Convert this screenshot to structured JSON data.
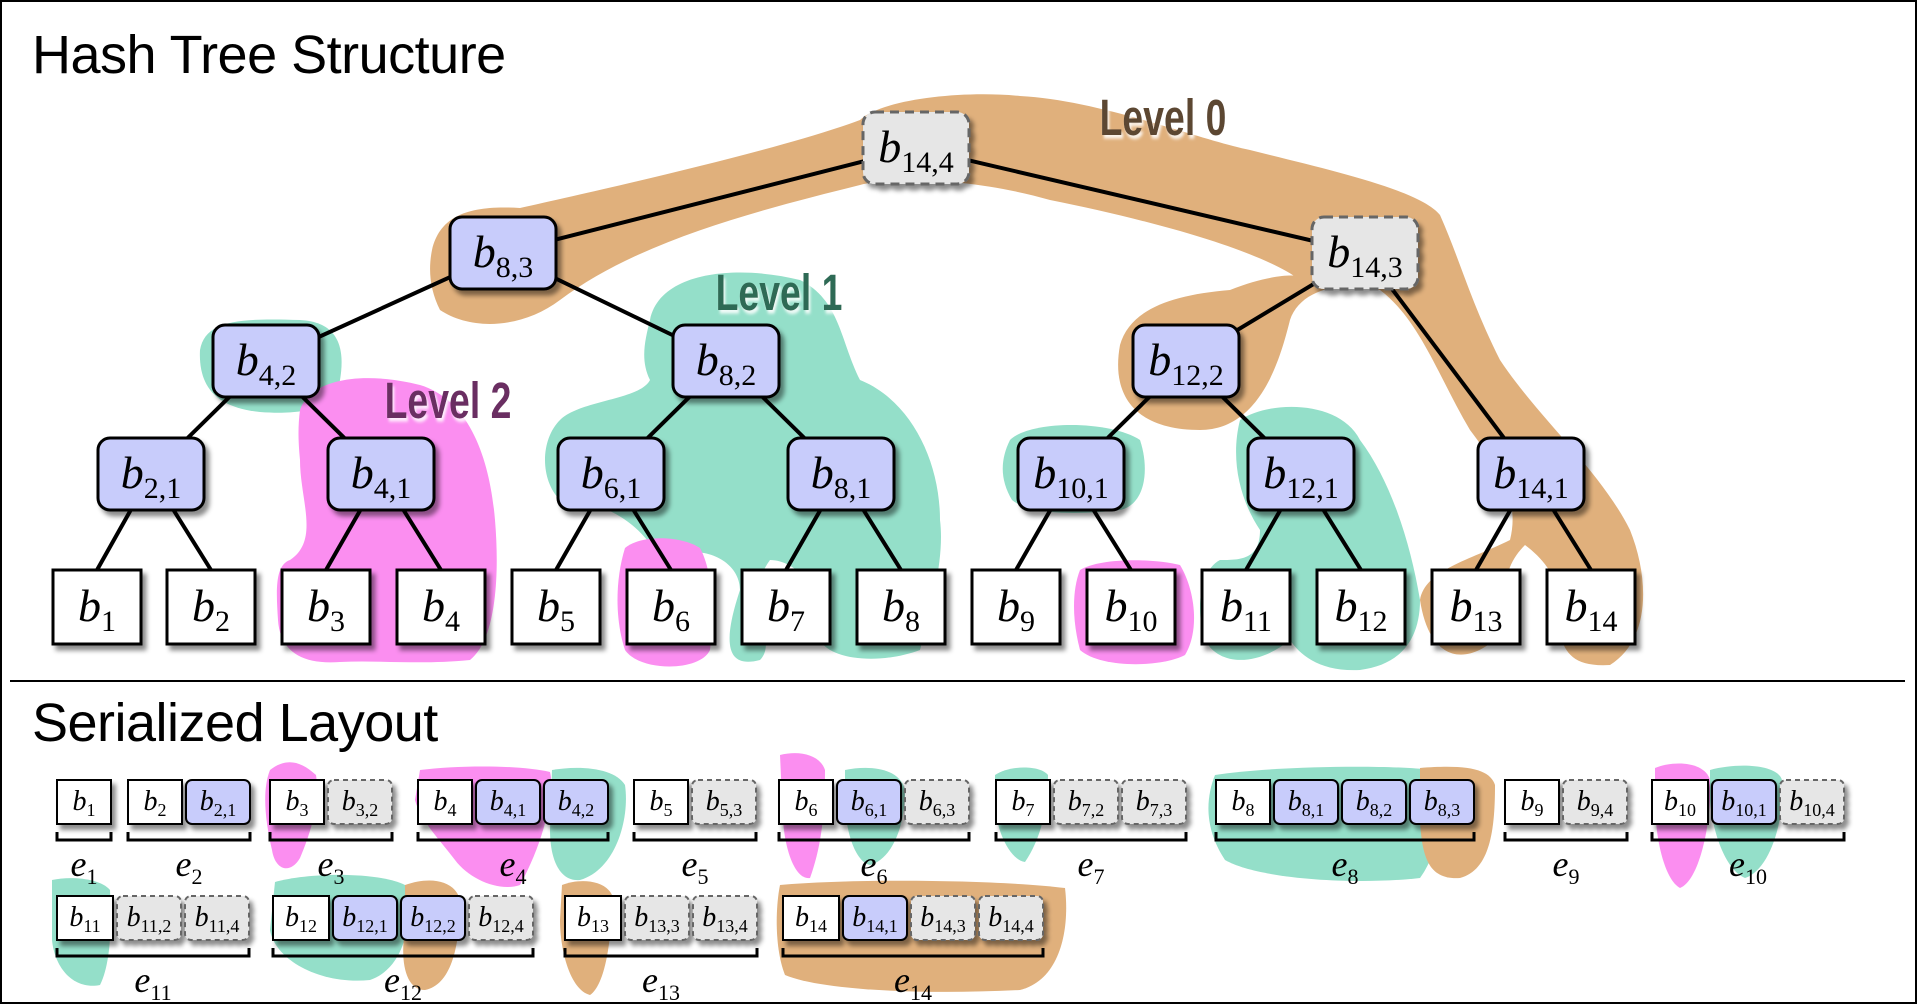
{
  "titles": {
    "tree": "Hash Tree Structure",
    "layout": "Serialized Layout"
  },
  "colors": {
    "level0": "#e0b07c",
    "level1": "#94dfc9",
    "level2": "#fb8ef0",
    "level0_text": "#5b4630",
    "level1_text": "#2f6b55",
    "level2_text": "#6b2f62",
    "leaf_fill": "#ffffff",
    "internal_fill": "#c8ccfb",
    "virtual_fill": "#e6e6e6",
    "virtual_border": "#666666"
  },
  "level_labels": [
    {
      "id": "level0",
      "text": "Level 0"
    },
    {
      "id": "level1",
      "text": "Level 1"
    },
    {
      "id": "level2",
      "text": "Level 2"
    }
  ],
  "tree": {
    "leaves": [
      {
        "id": "b1",
        "base": "b",
        "sub": "1"
      },
      {
        "id": "b2",
        "base": "b",
        "sub": "2"
      },
      {
        "id": "b3",
        "base": "b",
        "sub": "3"
      },
      {
        "id": "b4",
        "base": "b",
        "sub": "4"
      },
      {
        "id": "b5",
        "base": "b",
        "sub": "5"
      },
      {
        "id": "b6",
        "base": "b",
        "sub": "6"
      },
      {
        "id": "b7",
        "base": "b",
        "sub": "7"
      },
      {
        "id": "b8",
        "base": "b",
        "sub": "8"
      },
      {
        "id": "b9",
        "base": "b",
        "sub": "9"
      },
      {
        "id": "b10",
        "base": "b",
        "sub": "10"
      },
      {
        "id": "b11",
        "base": "b",
        "sub": "11"
      },
      {
        "id": "b12",
        "base": "b",
        "sub": "12"
      },
      {
        "id": "b13",
        "base": "b",
        "sub": "13"
      },
      {
        "id": "b14",
        "base": "b",
        "sub": "14"
      }
    ],
    "internal": [
      {
        "id": "b2_1",
        "base": "b",
        "sub": "2,1",
        "kind": "internal",
        "children": [
          "b1",
          "b2"
        ]
      },
      {
        "id": "b4_1",
        "base": "b",
        "sub": "4,1",
        "kind": "internal",
        "children": [
          "b3",
          "b4"
        ]
      },
      {
        "id": "b6_1",
        "base": "b",
        "sub": "6,1",
        "kind": "internal",
        "children": [
          "b5",
          "b6"
        ]
      },
      {
        "id": "b8_1",
        "base": "b",
        "sub": "8,1",
        "kind": "internal",
        "children": [
          "b7",
          "b8"
        ]
      },
      {
        "id": "b10_1",
        "base": "b",
        "sub": "10,1",
        "kind": "internal",
        "children": [
          "b9",
          "b10"
        ]
      },
      {
        "id": "b12_1",
        "base": "b",
        "sub": "12,1",
        "kind": "internal",
        "children": [
          "b11",
          "b12"
        ]
      },
      {
        "id": "b14_1",
        "base": "b",
        "sub": "14,1",
        "kind": "internal",
        "children": [
          "b13",
          "b14"
        ]
      },
      {
        "id": "b4_2",
        "base": "b",
        "sub": "4,2",
        "kind": "internal",
        "children": [
          "b2_1",
          "b4_1"
        ]
      },
      {
        "id": "b8_2",
        "base": "b",
        "sub": "8,2",
        "kind": "internal",
        "children": [
          "b6_1",
          "b8_1"
        ]
      },
      {
        "id": "b12_2",
        "base": "b",
        "sub": "12,2",
        "kind": "internal",
        "children": [
          "b10_1",
          "b12_1"
        ]
      },
      {
        "id": "b8_3",
        "base": "b",
        "sub": "8,3",
        "kind": "internal",
        "children": [
          "b4_2",
          "b8_2"
        ]
      },
      {
        "id": "b14_3",
        "base": "b",
        "sub": "14,3",
        "kind": "virtual",
        "children": [
          "b12_2",
          "b14_1"
        ]
      },
      {
        "id": "b14_4",
        "base": "b",
        "sub": "14,4",
        "kind": "virtual",
        "children": [
          "b8_3",
          "b14_3"
        ]
      }
    ]
  },
  "layout": {
    "entries": [
      {
        "label": "e",
        "sub": "1",
        "row": 0,
        "cells": [
          {
            "sub": "1",
            "kind": "leaf"
          }
        ]
      },
      {
        "label": "e",
        "sub": "2",
        "row": 0,
        "cells": [
          {
            "sub": "2",
            "kind": "leaf"
          },
          {
            "sub": "2,1",
            "kind": "internal"
          }
        ]
      },
      {
        "label": "e",
        "sub": "3",
        "row": 0,
        "cells": [
          {
            "sub": "3",
            "kind": "leaf"
          },
          {
            "sub": "3,2",
            "kind": "virtual"
          }
        ]
      },
      {
        "label": "e",
        "sub": "4",
        "row": 0,
        "cells": [
          {
            "sub": "4",
            "kind": "leaf"
          },
          {
            "sub": "4,1",
            "kind": "internal"
          },
          {
            "sub": "4,2",
            "kind": "internal"
          }
        ]
      },
      {
        "label": "e",
        "sub": "5",
        "row": 0,
        "cells": [
          {
            "sub": "5",
            "kind": "leaf"
          },
          {
            "sub": "5,3",
            "kind": "virtual"
          }
        ]
      },
      {
        "label": "e",
        "sub": "6",
        "row": 0,
        "cells": [
          {
            "sub": "6",
            "kind": "leaf"
          },
          {
            "sub": "6,1",
            "kind": "internal"
          },
          {
            "sub": "6,3",
            "kind": "virtual"
          }
        ]
      },
      {
        "label": "e",
        "sub": "7",
        "row": 0,
        "cells": [
          {
            "sub": "7",
            "kind": "leaf"
          },
          {
            "sub": "7,2",
            "kind": "virtual"
          },
          {
            "sub": "7,3",
            "kind": "virtual"
          }
        ]
      },
      {
        "label": "e",
        "sub": "8",
        "row": 0,
        "cells": [
          {
            "sub": "8",
            "kind": "leaf"
          },
          {
            "sub": "8,1",
            "kind": "internal"
          },
          {
            "sub": "8,2",
            "kind": "internal"
          },
          {
            "sub": "8,3",
            "kind": "internal"
          }
        ]
      },
      {
        "label": "e",
        "sub": "9",
        "row": 0,
        "cells": [
          {
            "sub": "9",
            "kind": "leaf"
          },
          {
            "sub": "9,4",
            "kind": "virtual"
          }
        ]
      },
      {
        "label": "e",
        "sub": "10",
        "row": 0,
        "cells": [
          {
            "sub": "10",
            "kind": "leaf"
          },
          {
            "sub": "10,1",
            "kind": "internal"
          },
          {
            "sub": "10,4",
            "kind": "virtual"
          }
        ]
      },
      {
        "label": "e",
        "sub": "11",
        "row": 1,
        "cells": [
          {
            "sub": "11",
            "kind": "leaf"
          },
          {
            "sub": "11,2",
            "kind": "virtual"
          },
          {
            "sub": "11,4",
            "kind": "virtual"
          }
        ]
      },
      {
        "label": "e",
        "sub": "12",
        "row": 1,
        "cells": [
          {
            "sub": "12",
            "kind": "leaf"
          },
          {
            "sub": "12,1",
            "kind": "internal"
          },
          {
            "sub": "12,2",
            "kind": "internal"
          },
          {
            "sub": "12,4",
            "kind": "virtual"
          }
        ]
      },
      {
        "label": "e",
        "sub": "13",
        "row": 1,
        "cells": [
          {
            "sub": "13",
            "kind": "leaf"
          },
          {
            "sub": "13,3",
            "kind": "virtual"
          },
          {
            "sub": "13,4",
            "kind": "virtual"
          }
        ]
      },
      {
        "label": "e",
        "sub": "14",
        "row": 1,
        "cells": [
          {
            "sub": "14",
            "kind": "leaf"
          },
          {
            "sub": "14,1",
            "kind": "internal"
          },
          {
            "sub": "14,3",
            "kind": "virtual"
          },
          {
            "sub": "14,4",
            "kind": "virtual"
          }
        ]
      }
    ]
  }
}
